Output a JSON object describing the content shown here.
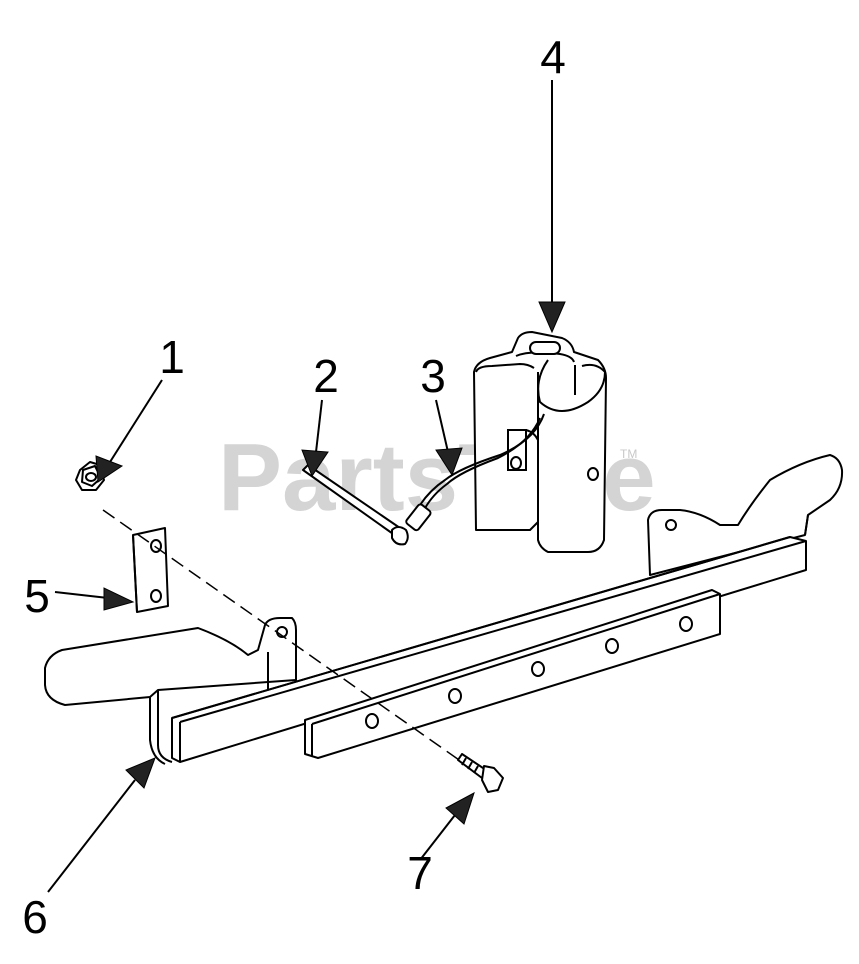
{
  "watermark": {
    "text": "PartsTree",
    "trademark": "TM"
  },
  "callouts": [
    {
      "id": "callout-1",
      "label": "1"
    },
    {
      "id": "callout-2",
      "label": "2"
    },
    {
      "id": "callout-3",
      "label": "3"
    },
    {
      "id": "callout-4",
      "label": "4"
    },
    {
      "id": "callout-5",
      "label": "5"
    },
    {
      "id": "callout-6",
      "label": "6"
    },
    {
      "id": "callout-7",
      "label": "7"
    }
  ],
  "colors": {
    "line": "#000000",
    "watermark": "#d4d4d4",
    "background": "#ffffff"
  }
}
